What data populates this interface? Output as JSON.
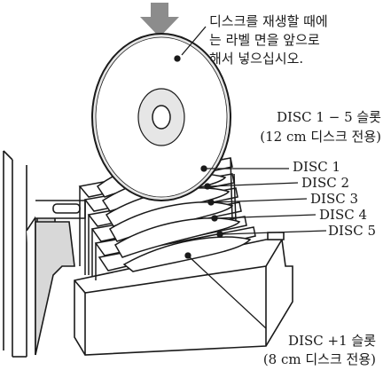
{
  "instruction": {
    "line1": "디스크를 재생할 때에",
    "line2": "는 라벨 면을 앞으로",
    "line3": "해서 넣으십시오."
  },
  "disc_1_5_slot": {
    "title": "DISC 1 − 5 슬롯",
    "note": "(12 cm 디스크 전용)"
  },
  "slots": [
    {
      "label": "DISC 1"
    },
    {
      "label": "DISC 2"
    },
    {
      "label": "DISC 3"
    },
    {
      "label": "DISC 4"
    },
    {
      "label": "DISC 5"
    }
  ],
  "disc_plus1_slot": {
    "title": "DISC +1 슬롯",
    "note": "(8 cm 디스크 전용)"
  },
  "colors": {
    "line": "#1a1a1a",
    "fill": "#ffffff",
    "shade": "#d8d8d8",
    "arrow": "#8c8c8c"
  }
}
